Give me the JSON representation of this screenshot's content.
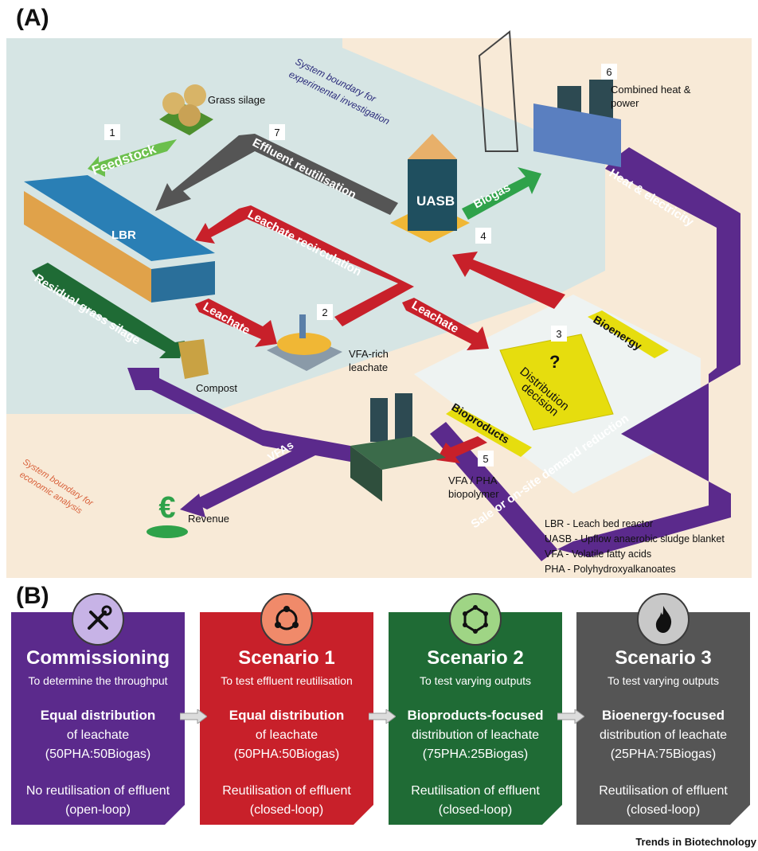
{
  "panel_a": {
    "label": "(A)",
    "experimental_boundary": [
      "System boundary for",
      "experimental investigation"
    ],
    "economic_boundary": [
      "System boundary for",
      "economic analysis"
    ],
    "steps": {
      "s1": "1",
      "s2": "2",
      "s3": "3",
      "s4": "4",
      "s5": "5",
      "s6": "6",
      "s7": "7"
    },
    "grass_silage": "Grass silage",
    "feedstock": "Feedstock",
    "lbr": "LBR",
    "residual": "Residual grass silage",
    "compost": "Compost",
    "leachate_left": "Leachate",
    "leachate_right": "Leachate",
    "vfa_rich": [
      "VFA-rich",
      "leachate"
    ],
    "leachate_recirculation": "Leachate recirculation",
    "effluent_reutilisation": "Effluent reutilisation",
    "uasb": "UASB",
    "biogas": "Biogas",
    "chp": [
      "Combined heat &",
      "power"
    ],
    "heat_electricity": "Heat & electricity",
    "bioenergy": "Bioenergy",
    "distribution": [
      "Distribution",
      "decision"
    ],
    "question": "?",
    "bioproducts": "Bioproducts",
    "vfa_pha": [
      "VFA / PHA",
      "biopolymer"
    ],
    "vfas": "VFAs",
    "revenue": "Revenue",
    "sale": "Sale or on-site demand reduction",
    "legend": [
      "LBR - Leach bed reactor",
      "UASB - Upflow anaerobic sludge blanket",
      "VFA - Volatile fatty acids",
      "PHA - Polyhydroxyalkanoates"
    ]
  },
  "panel_b": {
    "label": "(B)",
    "cards": [
      {
        "title": "Commissioning",
        "subtitle": "To determine the throughput",
        "bold": "Equal distribution",
        "line2": "of leachate",
        "line3": "(50PHA:50Biogas)",
        "reuse1": "No reutilisation of effluent",
        "reuse2": "(open-loop)",
        "color": "#5b2a8c",
        "icon": "wrench-screwdriver-icon"
      },
      {
        "title": "Scenario 1",
        "subtitle": "To test effluent reutilisation",
        "bold": "Equal distribution",
        "line2": "of leachate",
        "line3": "(50PHA:50Biogas)",
        "reuse1": "Reutilisation of effluent",
        "reuse2": "(closed-loop)",
        "color": "#c8202a",
        "icon": "cycle-icon"
      },
      {
        "title": "Scenario 2",
        "subtitle": "To test varying outputs",
        "bold": "Bioproducts-focused",
        "line2": "distribution of leachate",
        "line3": "(75PHA:25Biogas)",
        "reuse1": "Reutilisation of effluent",
        "reuse2": "(closed-loop)",
        "color": "#1f6b35",
        "icon": "molecule-icon"
      },
      {
        "title": "Scenario 3",
        "subtitle": "To test varying outputs",
        "bold": "Bioenergy-focused",
        "line2": "distribution of leachate",
        "line3": "(25PHA:75Biogas)",
        "reuse1": "Reutilisation of effluent",
        "reuse2": "(closed-loop)",
        "color": "#555555",
        "icon": "flame-icon"
      }
    ]
  },
  "footer": "Trends in Biotechnology"
}
